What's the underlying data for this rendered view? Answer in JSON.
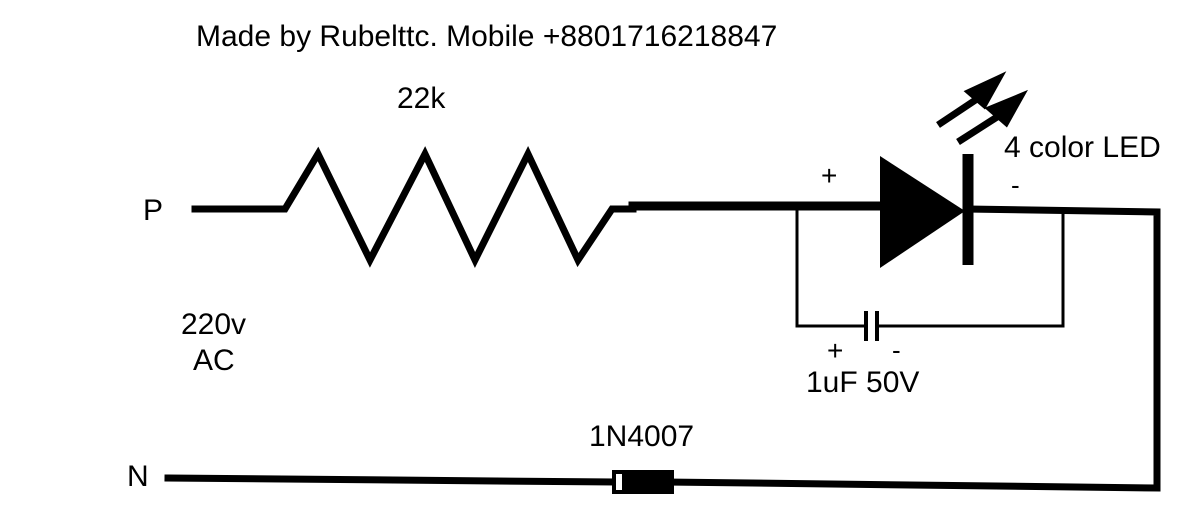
{
  "credit": "Made by Rubelttc. Mobile +8801716218847",
  "source": {
    "node_p": "P",
    "node_n": "N",
    "voltage": "220v",
    "type": "AC"
  },
  "resistor": {
    "value": "22k"
  },
  "led": {
    "name": "4 color LED",
    "plus": "+",
    "minus": "-"
  },
  "capacitor": {
    "value": "1uF 50V",
    "plus": "+",
    "minus": "-"
  },
  "diode": {
    "name": "1N4007"
  },
  "colors": {
    "ink": "#000000",
    "background": "#ffffff"
  }
}
